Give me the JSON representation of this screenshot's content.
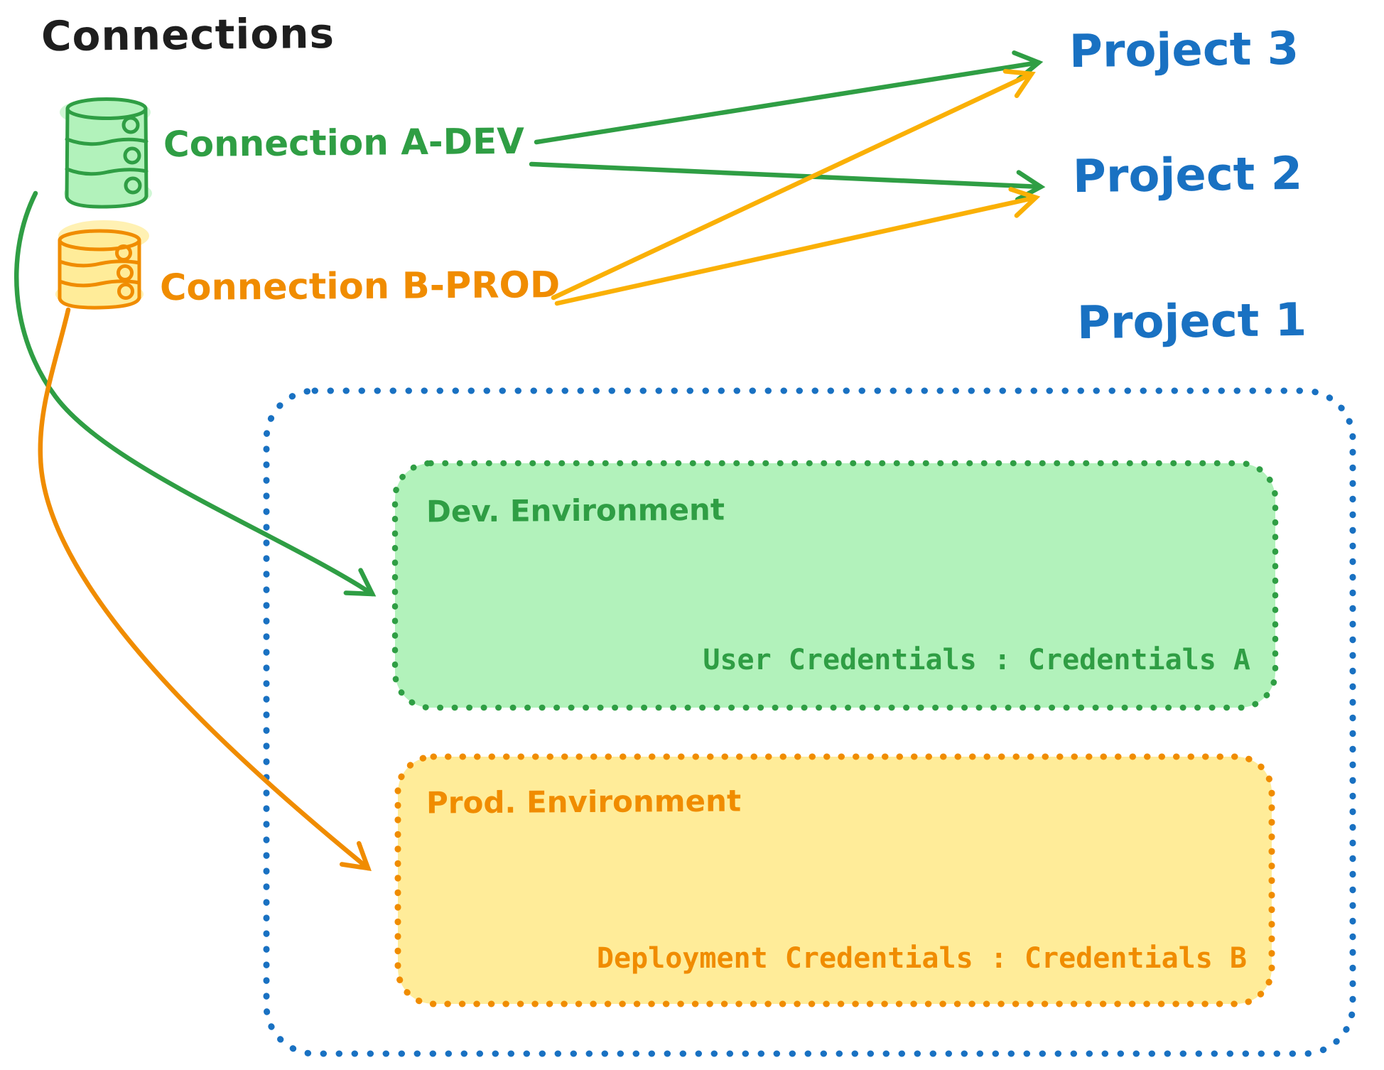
{
  "diagram_title": "Connections",
  "connections": [
    {
      "label": "Connection A-DEV",
      "icon": "database-icon",
      "color": "#2f9e44",
      "fill": "#b2f2bb"
    },
    {
      "label": "Connection B-PROD",
      "icon": "database-icon",
      "color": "#f08c00",
      "fill": "#ffec99"
    }
  ],
  "projects": [
    {
      "label": "Project 3"
    },
    {
      "label": "Project 2"
    },
    {
      "label": "Project 1"
    }
  ],
  "project1_detail": {
    "dev_environment": {
      "title": "Dev. Environment",
      "credentials": "User Credentials : Credentials A"
    },
    "prod_environment": {
      "title": "Prod. Environment",
      "credentials": "Deployment Credentials : Credentials B"
    }
  },
  "links": [
    {
      "from": "Connection A-DEV",
      "to": "Project 3"
    },
    {
      "from": "Connection A-DEV",
      "to": "Project 2"
    },
    {
      "from": "Connection B-PROD",
      "to": "Project 3"
    },
    {
      "from": "Connection B-PROD",
      "to": "Project 2"
    },
    {
      "from": "Connection A-DEV",
      "to": "Dev. Environment"
    },
    {
      "from": "Connection B-PROD",
      "to": "Prod. Environment"
    }
  ],
  "colors": {
    "title_text": "#1e1e1e",
    "project_blue": "#1971c2",
    "green": "#2f9e44",
    "green_fill": "#b2f2bb",
    "orange": "#f08c00",
    "orange_fill": "#ffec99",
    "gold_arrow": "#fab005"
  }
}
